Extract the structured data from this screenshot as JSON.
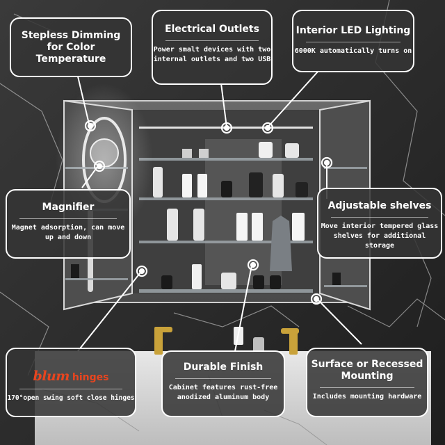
{
  "callouts": {
    "dimming": {
      "title": "Stepless Dimming\nfor Color Temperature"
    },
    "outlets": {
      "title": "Electrical Outlets",
      "desc": "Power smalt devices with two\ninternal outlets and two USB"
    },
    "led": {
      "title": "Interior LED Lighting",
      "desc": "6000K automatically turns on"
    },
    "magnifier": {
      "title": "Magnifier",
      "desc": "Magnet adsorption, can move\nup and down"
    },
    "shelves": {
      "title": "Adjustable  shelves",
      "desc": "Move interior tempered glass\nshelves for additional storage"
    },
    "hinges": {
      "brand": "blum",
      "title": "hinges",
      "desc": "170°open swing soft close hinges"
    },
    "finish": {
      "title": "Durable Finish",
      "desc": "Cabinet features rust-free\nanodized aluminum body"
    },
    "mounting": {
      "title": "Surface or Recessed\nMounting",
      "desc": "Includes mounting hardware"
    }
  },
  "colors": {
    "accent": "#e8451f",
    "panel": "#343434",
    "border": "#ffffff"
  }
}
